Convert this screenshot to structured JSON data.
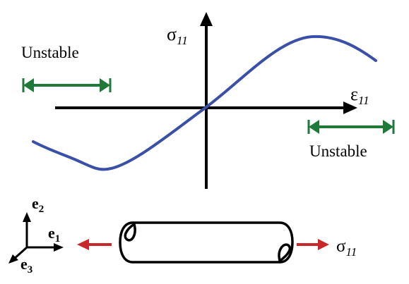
{
  "colors": {
    "curve": "#3a4fa8",
    "stable_arrow": "#1f7a3a",
    "load_arrow": "#c8282a",
    "axis": "#000000"
  },
  "axes": {
    "y_label_symbol": "σ",
    "y_label_subscript": "11",
    "x_label_symbol": "ε",
    "x_label_subscript": "11"
  },
  "annotations": {
    "unstable_left": "Unstable",
    "unstable_right": "Unstable"
  },
  "basis": {
    "e2_base": "e",
    "e2_sub": "2",
    "e1_base": "e",
    "e1_sub": "1",
    "e3_base": "e",
    "e3_sub": "3"
  },
  "load": {
    "symbol": "σ",
    "subscript": "11"
  }
}
